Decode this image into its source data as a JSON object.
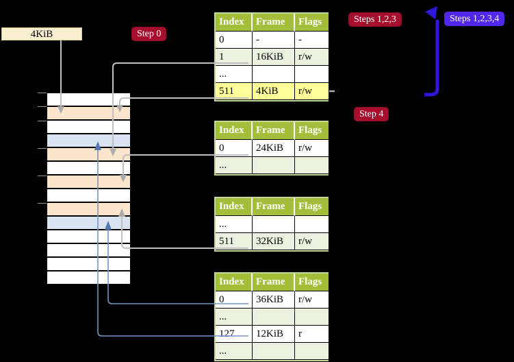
{
  "colors": {
    "background": "#000000",
    "page_size_box_bg": "#FBEFD2",
    "page_size_box_border": "#D9C48E",
    "badge_red_bg": "#A60E2E",
    "badge_red_border": "#8C0B26",
    "badge_blue_bg": "#5227EC",
    "table_header_bg": "#A2BE3B",
    "table_border": "#C4D79B",
    "row_alt_bg": "#EBF1DE",
    "highlight_bg": "#FFFF99",
    "cell_peach": "#FBE5CD",
    "cell_blue": "#D9E4F2",
    "arrow_gray": "#C0C0C0",
    "arrow_head_gray": "#ACACAC",
    "arrow_blue_thin": "#7396C8",
    "arrow_head_blue": "#5578B4",
    "arrow_blue_thick": "#2E17D8"
  },
  "labels": {
    "page_size_box": "4KiB",
    "step0": "Step 0",
    "steps_123": "Steps 1,2,3",
    "steps_1234": "Steps 1,2,3,4",
    "step4": "Step 4"
  },
  "memory_column": {
    "cells": [
      {
        "fill": "white"
      },
      {
        "fill": "peach"
      },
      {
        "fill": "white"
      },
      {
        "fill": "blue"
      },
      {
        "fill": "peach"
      },
      {
        "fill": "white"
      },
      {
        "fill": "peach"
      },
      {
        "fill": "white"
      },
      {
        "fill": "peach"
      },
      {
        "fill": "blue"
      },
      {
        "fill": "white"
      },
      {
        "fill": "white"
      },
      {
        "fill": "white"
      },
      {
        "fill": "white"
      }
    ]
  },
  "tables": [
    {
      "name": "page-table-top",
      "headers": [
        "Index",
        "Frame",
        "Flags"
      ],
      "rows": [
        {
          "cells": [
            "0",
            "-",
            "-"
          ],
          "highlight": false
        },
        {
          "cells": [
            "1",
            "16KiB",
            "r/w"
          ],
          "highlight": false
        },
        {
          "cells": [
            "...",
            "",
            ""
          ],
          "highlight": false
        },
        {
          "cells": [
            "511",
            "4KiB",
            "r/w"
          ],
          "highlight": true
        }
      ]
    },
    {
      "name": "page-table-second",
      "headers": [
        "Index",
        "Frame",
        "Flags"
      ],
      "rows": [
        {
          "cells": [
            "0",
            "24KiB",
            "r/w"
          ],
          "highlight": false
        },
        {
          "cells": [
            "...",
            "",
            ""
          ],
          "highlight": false
        }
      ]
    },
    {
      "name": "page-table-third",
      "headers": [
        "Index",
        "Frame",
        "Flags"
      ],
      "rows": [
        {
          "cells": [
            "...",
            "",
            ""
          ],
          "highlight": false
        },
        {
          "cells": [
            "511",
            "32KiB",
            "r/w"
          ],
          "highlight": false
        }
      ]
    },
    {
      "name": "page-table-bottom",
      "headers": [
        "Index",
        "Frame",
        "Flags"
      ],
      "rows": [
        {
          "cells": [
            "0",
            "36KiB",
            "r/w"
          ],
          "highlight": false
        },
        {
          "cells": [
            "...",
            "",
            ""
          ],
          "highlight": false
        },
        {
          "cells": [
            "127",
            "12KiB",
            "r"
          ],
          "highlight": false
        },
        {
          "cells": [
            "...",
            "",
            ""
          ],
          "highlight": false
        }
      ]
    }
  ]
}
